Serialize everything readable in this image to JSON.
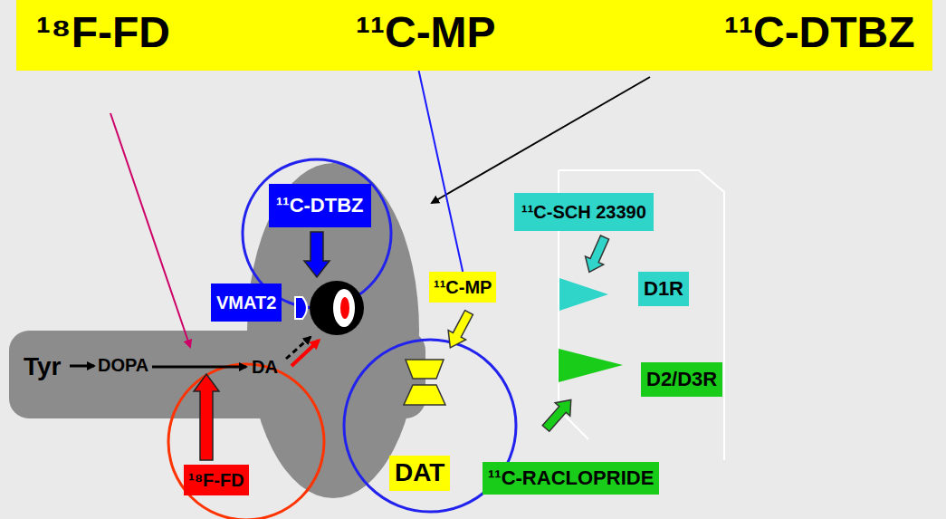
{
  "diagram": {
    "nodes": [
      {
        "text": [
          "¹⁸F-FD",
          "¹¹C-MP",
          "¹¹C-DTBZ"
        ]
      },
      {
        "text": [
          "¹⁸F-FD"
        ]
      },
      {
        "text": [
          "¹¹C-DTBZ"
        ]
      },
      {
        "text": [
          "VMAT2"
        ]
      },
      {
        "text": [
          "¹¹C-MP"
        ]
      },
      {
        "text": [
          "DAT"
        ]
      },
      {
        "text": [
          "¹¹C-SCH 23390"
        ]
      },
      {
        "text": [
          "D1R"
        ]
      },
      {
        "text": [
          "D2/D3R"
        ]
      },
      {
        "text": [
          "¹¹C-RACLOPRIDE"
        ]
      }
    ],
    "edges": [
      {
        "from": 0,
        "to": 4,
        "arrow": "none"
      }
    ],
    "labels": [
      "Tyr",
      "DOPA",
      "DA"
    ]
  }
}
